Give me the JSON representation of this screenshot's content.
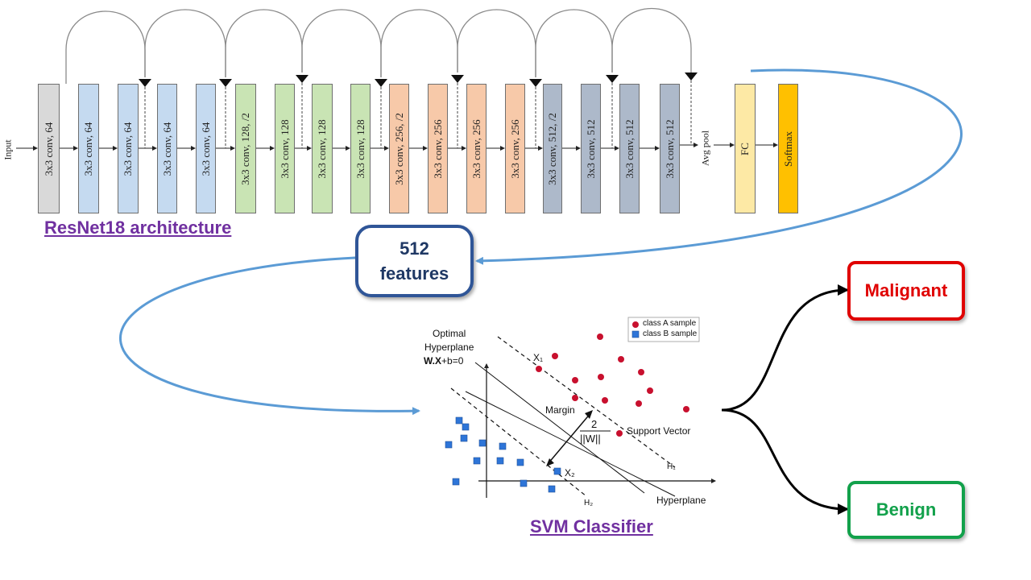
{
  "resnet": {
    "input_label": "Input",
    "avg_pool_label": "Avg pool",
    "title": "ResNet18 architecture",
    "blocks": [
      {
        "label": "3x3 conv, 64",
        "color": "#d9d9d9"
      },
      {
        "label": "3x3 conv, 64",
        "color": "#c5daf0"
      },
      {
        "label": "3x3 conv, 64",
        "color": "#c5daf0"
      },
      {
        "label": "3x3 conv, 64",
        "color": "#c5daf0"
      },
      {
        "label": "3x3 conv, 64",
        "color": "#c5daf0"
      },
      {
        "label": "3x3 conv, 128, /2",
        "color": "#c9e4b4"
      },
      {
        "label": "3x3 conv, 128",
        "color": "#c9e4b4"
      },
      {
        "label": "3x3 conv, 128",
        "color": "#c9e4b4"
      },
      {
        "label": "3x3 conv, 128",
        "color": "#c9e4b4"
      },
      {
        "label": "3x3 conv, 256, /2",
        "color": "#f7c9a9"
      },
      {
        "label": "3x3 conv, 256",
        "color": "#f7c9a9"
      },
      {
        "label": "3x3 conv, 256",
        "color": "#f7c9a9"
      },
      {
        "label": "3x3 conv, 256",
        "color": "#f7c9a9"
      },
      {
        "label": "3x3 conv, 512, /2",
        "color": "#adb9ca"
      },
      {
        "label": "3x3 conv, 512",
        "color": "#adb9ca"
      },
      {
        "label": "3x3 conv, 512",
        "color": "#adb9ca"
      },
      {
        "label": "3x3 conv, 512",
        "color": "#adb9ca"
      }
    ],
    "fc": {
      "label": "FC",
      "color": "#fde9a5"
    },
    "softmax": {
      "label": "Softmax",
      "color": "#ffc000"
    }
  },
  "features": {
    "line1": "512",
    "line2": "features",
    "border_color": "#2f5597"
  },
  "svm": {
    "title": "SVM Classifier",
    "legend_a": "class A sample",
    "legend_b": "class B sample",
    "optimal_line1": "Optimal",
    "optimal_line2": "Hyperplane",
    "equation_bold": "W.X",
    "equation_rest": "+b=0",
    "x1": "X₁",
    "x2": "X₂",
    "margin": "Margin",
    "fraction_num": "2",
    "fraction_den": "||W||",
    "support_vector": "Support Vector",
    "h1": "H₁",
    "h2": "H₂",
    "hyperplane": "Hyperplane",
    "class_a_color": "#c8102e",
    "class_b_color": "#2e75d8"
  },
  "outputs": {
    "malignant": {
      "label": "Malignant",
      "color": "#e00000"
    },
    "benign": {
      "label": "Benign",
      "color": "#12a14b"
    }
  },
  "flow_color": "#5b9bd5"
}
